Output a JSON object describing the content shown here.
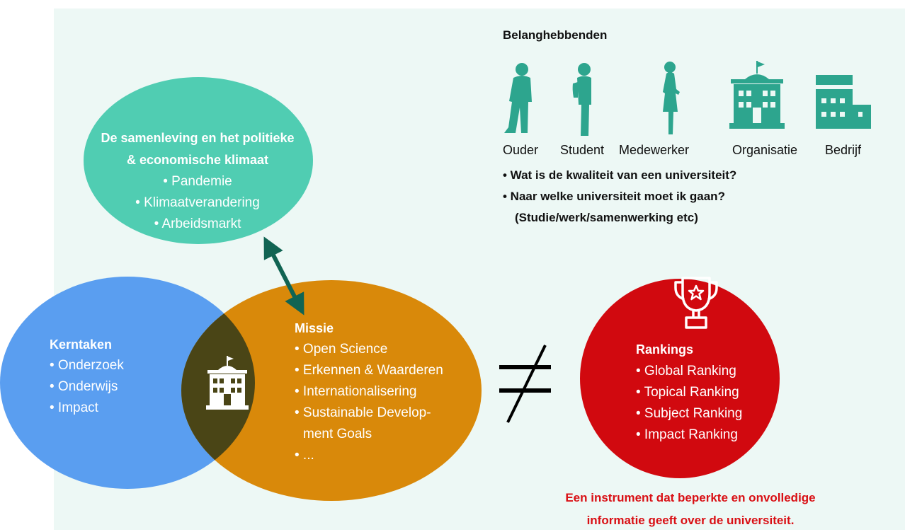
{
  "colors": {
    "panel": "#edf8f5",
    "society": "#50cdb2",
    "kerntaken": "#5a9ef0",
    "missie": "#d9890a",
    "overlap": "#4a4516",
    "rankings": "#d1090f",
    "stakeholder_icon": "#2da58e",
    "arrow": "#116453",
    "conclusion": "#d90f14"
  },
  "society": {
    "title_line1": "De samenleving en het politieke",
    "title_line2": "& economische klimaat",
    "items": [
      "• Pandemie",
      "• Klimaatverandering",
      "• Arbeidsmarkt"
    ]
  },
  "kerntaken": {
    "title": "Kerntaken",
    "items": [
      "• Onderzoek",
      "• Onderwijs",
      "• Impact"
    ]
  },
  "missie": {
    "title": "Missie",
    "items": [
      "• Open Science",
      "• Erkennen & Waarderen",
      "• Internationalisering",
      "• Sustainable Develop-",
      "ment Goals",
      "• ..."
    ]
  },
  "not_equal_symbol": "≠",
  "rankings": {
    "title": "Rankings",
    "items": [
      "• Global Ranking",
      "• Topical Ranking",
      "• Subject Ranking",
      "• Impact Ranking"
    ]
  },
  "stakeholders": {
    "title": "Belanghebbenden",
    "labels": [
      "Ouder",
      "Student",
      "Medewerker",
      "Organisatie",
      "Bedrijf"
    ],
    "icons": [
      "parent-icon",
      "student-icon",
      "employee-icon",
      "organization-icon",
      "company-icon"
    ],
    "question1": "• Wat is de kwaliteit van een universiteit?",
    "question2": "• Naar welke universiteit moet ik gaan?",
    "question3": "(Studie/werk/samenwerking etc)"
  },
  "conclusion": {
    "line1": "Een instrument dat beperkte en onvolledige",
    "line2": "informatie geeft over de universiteit."
  }
}
